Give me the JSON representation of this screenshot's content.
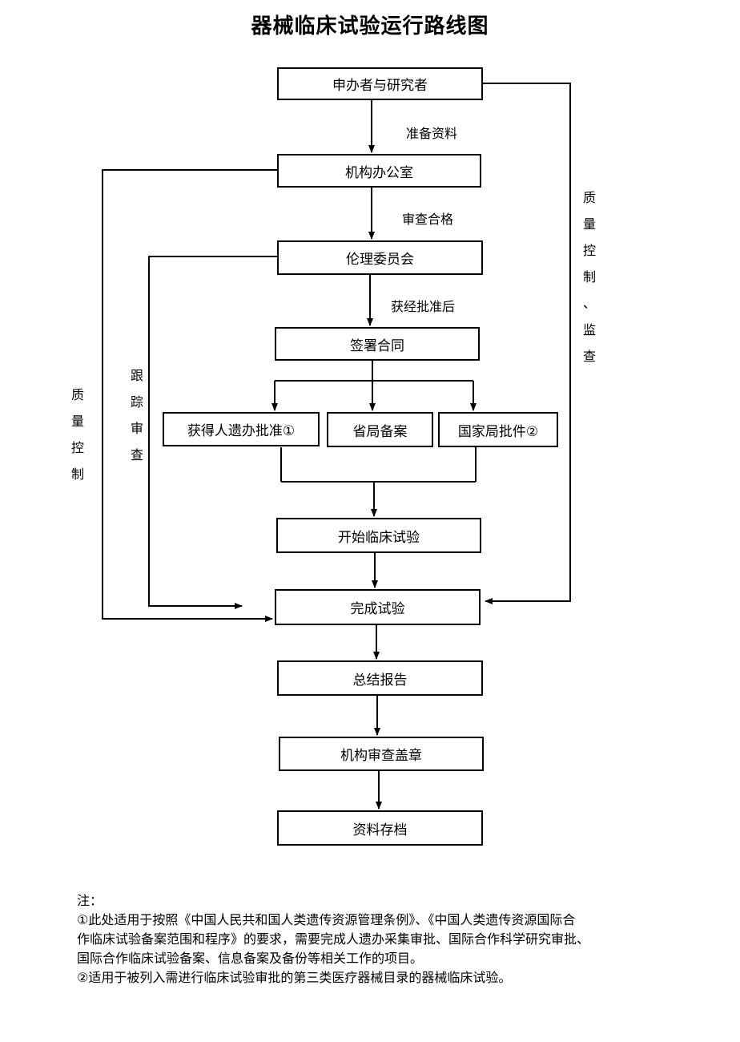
{
  "title": "器械临床试验运行路线图",
  "boxes": {
    "sponsor": "申办者与研究者",
    "institution_office": "机构办公室",
    "ethics": "伦理委员会",
    "contract": "签署合同",
    "hgrac": "获得人遗办批准①",
    "province": "省局备案",
    "nmpa": "国家局批件②",
    "start": "开始临床试验",
    "complete": "完成试验",
    "report": "总结报告",
    "seal": "机构审查盖章",
    "archive": "资料存档"
  },
  "edge_labels": {
    "prepare": "准备资料",
    "review_pass": "审查合格",
    "after_approval": "获经批准后"
  },
  "side_labels": {
    "left_quality": [
      "质",
      "量",
      "控",
      "制"
    ],
    "tracking_review": [
      "跟",
      "踪",
      "审",
      "查"
    ],
    "right_quality": [
      "质",
      "量",
      "控",
      "制",
      "、",
      "监",
      "查"
    ]
  },
  "notes": {
    "heading": "注：",
    "lines": [
      "①此处适用于按照《中国人民共和国人类遗传资源管理条例》、《中国人类遗传资源国际合",
      "作临床试验备案范围和程序》的要求，需要完成人遗办采集审批、国际合作科学研究审批、",
      "国际合作临床试验备案、信息备案及备份等相关工作的项目。",
      "②适用于被列入需进行临床试验审批的第三类医疗器械目录的器械临床试验。"
    ]
  }
}
